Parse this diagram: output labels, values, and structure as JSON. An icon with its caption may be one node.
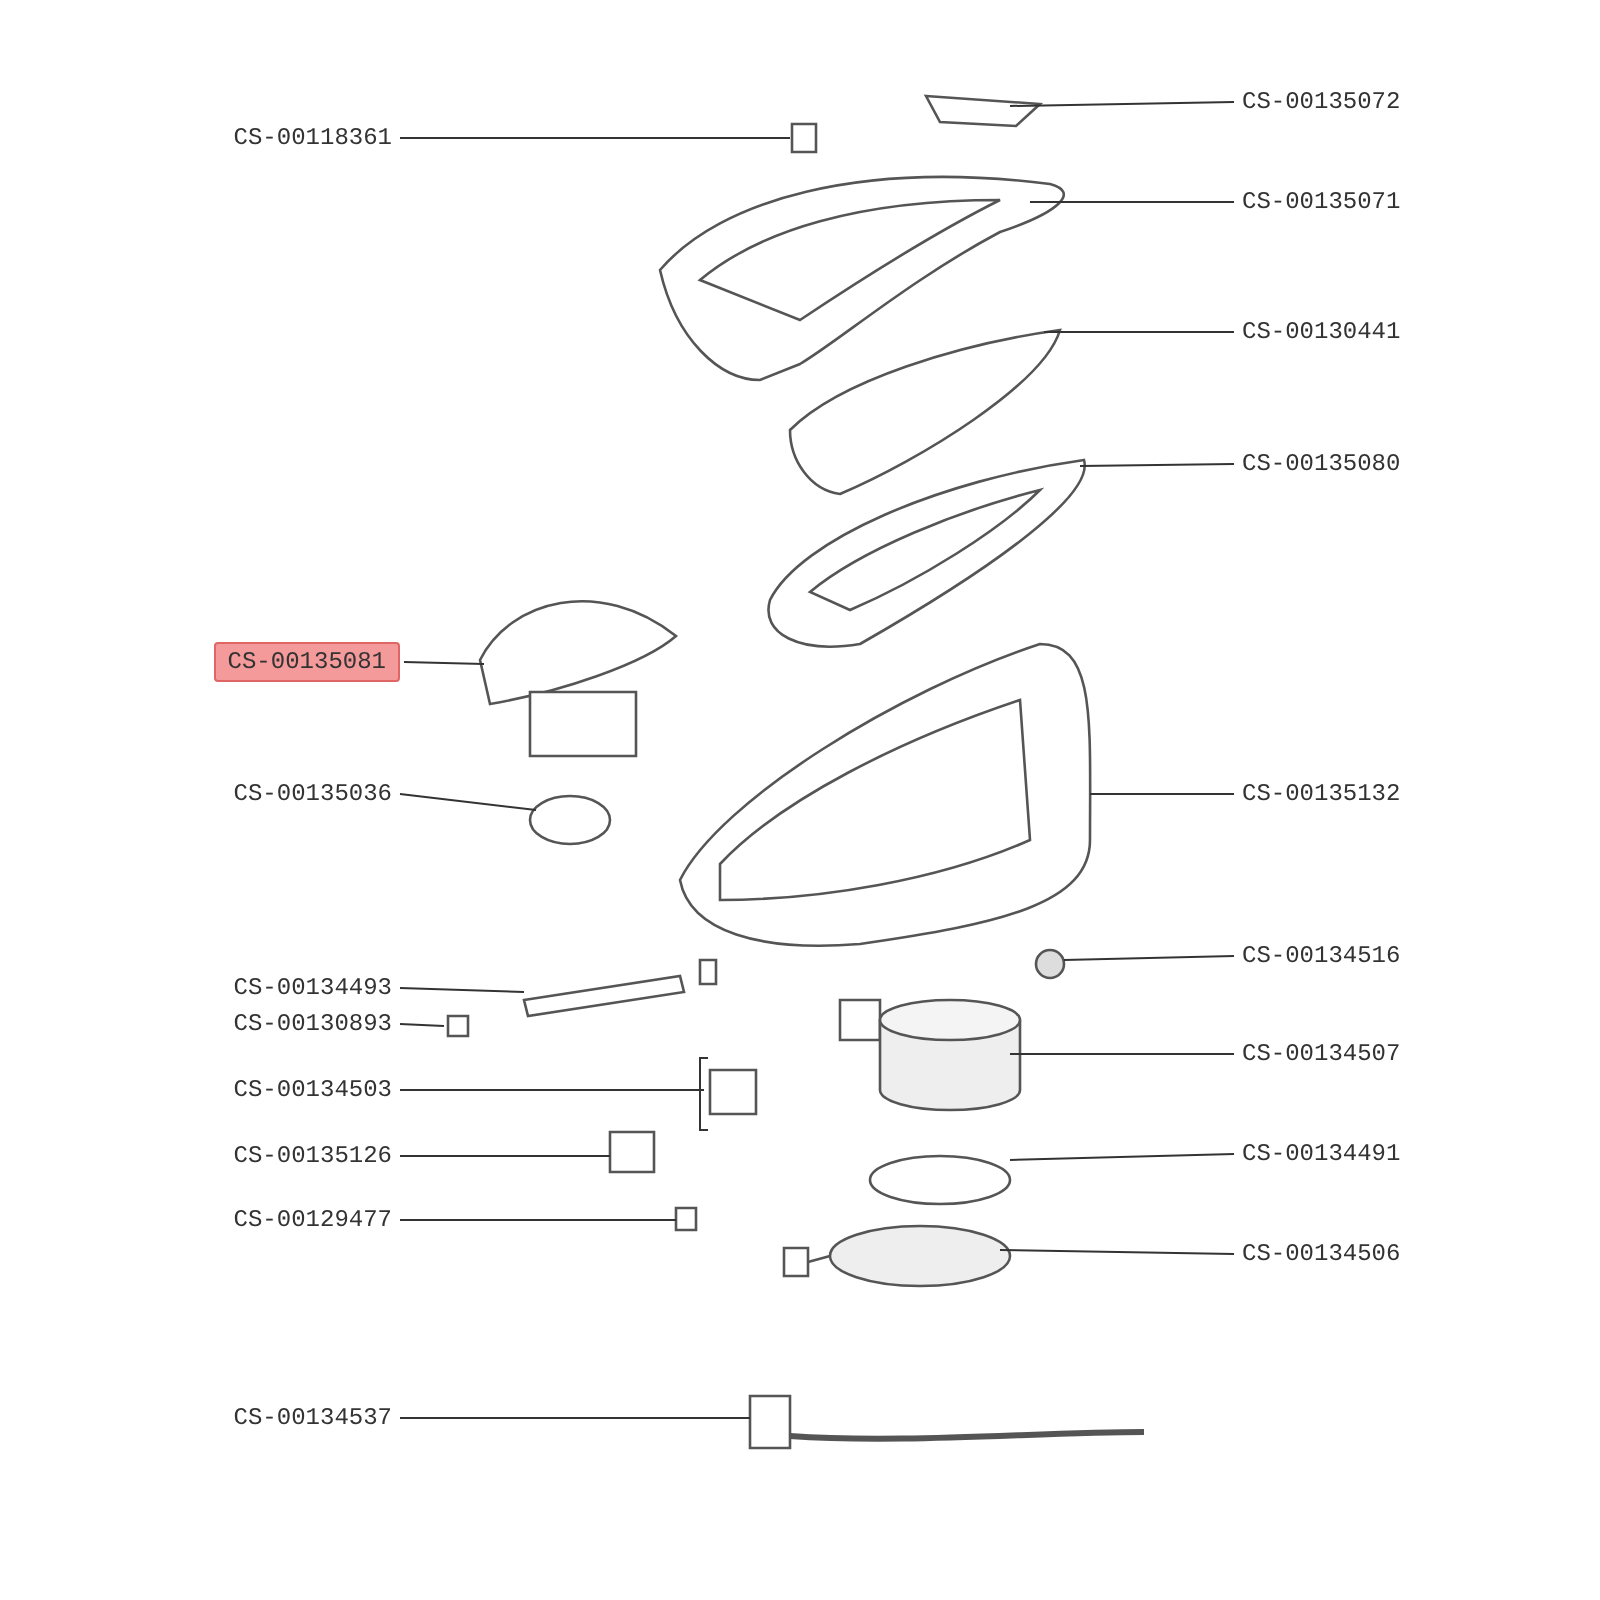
{
  "diagram": {
    "nodes": [
      {
        "text": [
          "CS-00135072"
        ]
      },
      {
        "text": [
          "CS-00118361"
        ]
      },
      {
        "text": [
          "CS-00135071"
        ]
      },
      {
        "text": [
          "CS-00130441"
        ]
      },
      {
        "text": [
          "CS-00135080"
        ]
      },
      {
        "text": [
          "CS-00135081"
        ]
      },
      {
        "text": [
          "CS-00135036"
        ]
      },
      {
        "text": [
          "CS-00135132"
        ]
      },
      {
        "text": [
          "CS-00134516"
        ]
      },
      {
        "text": [
          "CS-00134493"
        ]
      },
      {
        "text": [
          "CS-00130893"
        ]
      },
      {
        "text": [
          "CS-00134507"
        ]
      },
      {
        "text": [
          "CS-00134503"
        ]
      },
      {
        "text": [
          "CS-00134491"
        ]
      },
      {
        "text": [
          "CS-00135126"
        ]
      },
      {
        "text": [
          "CS-00129477"
        ]
      },
      {
        "text": [
          "CS-00134506"
        ]
      },
      {
        "text": [
          "CS-00134537"
        ]
      }
    ],
    "edges": [
      {
        "from": 0,
        "to": null,
        "arrow": "none"
      },
      {
        "from": 1,
        "to": null,
        "arrow": "none"
      },
      {
        "from": 2,
        "to": null,
        "arrow": "none"
      },
      {
        "from": 3,
        "to": null,
        "arrow": "none"
      },
      {
        "from": 4,
        "to": null,
        "arrow": "none"
      },
      {
        "from": 5,
        "to": null,
        "arrow": "none"
      },
      {
        "from": 6,
        "to": null,
        "arrow": "none"
      },
      {
        "from": 7,
        "to": null,
        "arrow": "none"
      },
      {
        "from": 8,
        "to": null,
        "arrow": "none"
      },
      {
        "from": 9,
        "to": null,
        "arrow": "none"
      },
      {
        "from": 10,
        "to": null,
        "arrow": "none"
      },
      {
        "from": 11,
        "to": null,
        "arrow": "none"
      },
      {
        "from": 12,
        "to": null,
        "arrow": "none"
      },
      {
        "from": 13,
        "to": null,
        "arrow": "none"
      },
      {
        "from": 14,
        "to": null,
        "arrow": "none"
      },
      {
        "from": 15,
        "to": null,
        "arrow": "none"
      },
      {
        "from": 16,
        "to": null,
        "arrow": "none"
      },
      {
        "from": 17,
        "to": null,
        "arrow": "none"
      }
    ]
  }
}
